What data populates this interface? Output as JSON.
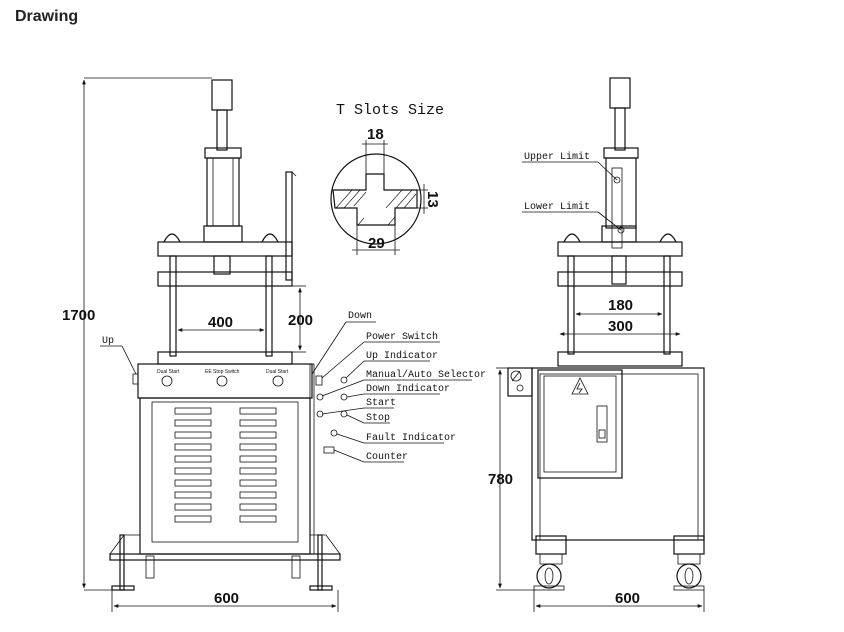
{
  "header": {
    "title": "Drawing"
  },
  "tslot": {
    "title": "T Slots Size",
    "dim_top": "18",
    "dim_side": "13",
    "dim_bottom": "29"
  },
  "front": {
    "height_total": "1700",
    "inner_width": "400",
    "stroke": "200",
    "base_width": "600",
    "label_up": "Up",
    "label_down": "Down",
    "panel_left": "Dual Start",
    "panel_mid": "EE Stop Switch",
    "panel_right": "Dual Start",
    "callouts": [
      "Power Switch",
      "Up Indicator",
      "Manual/Auto Selector",
      "Down Indicator",
      "Start",
      "Stop",
      "Fault Indicator",
      "Counter"
    ]
  },
  "side": {
    "upper_limit": "Upper Limit",
    "lower_limit": "Lower Limit",
    "dim_180": "180",
    "dim_300": "300",
    "base_height": "780",
    "base_width": "600"
  }
}
